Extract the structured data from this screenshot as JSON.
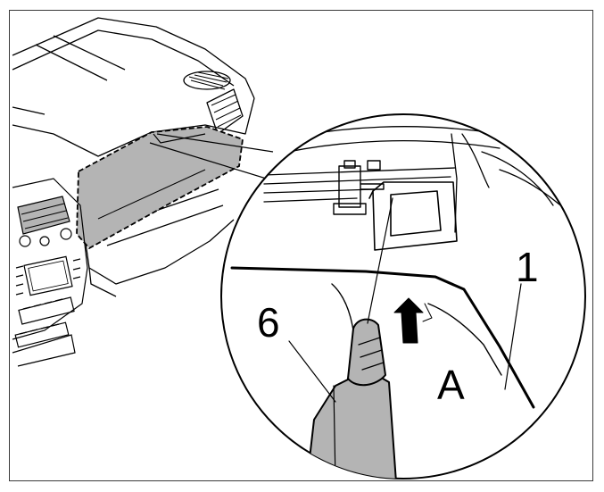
{
  "figure": {
    "callouts": {
      "one": "1",
      "six": "6",
      "a": "A"
    },
    "colors": {
      "line": "#000000",
      "highlight_fill": "#b4b4b4",
      "frame": "#3a3a3a",
      "background": "#ffffff"
    }
  }
}
